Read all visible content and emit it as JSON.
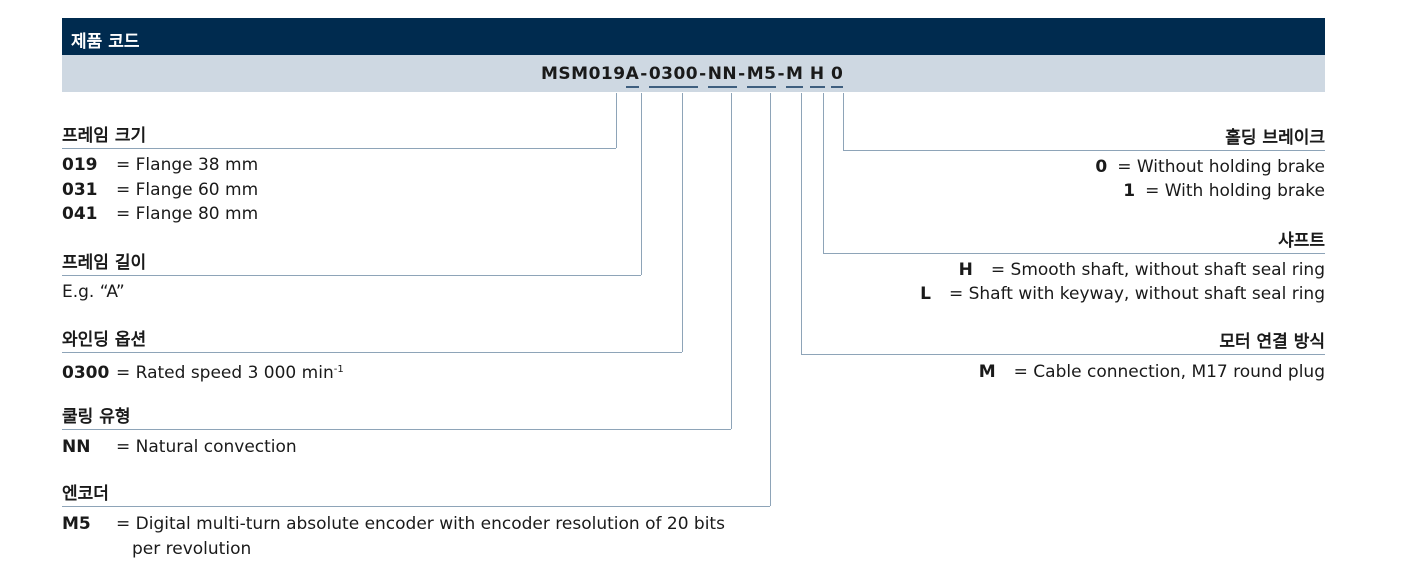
{
  "header": {
    "title": "제품 코드"
  },
  "code": {
    "prefix": "MSM019",
    "segments": [
      "A",
      "0300",
      "NN",
      "M5",
      "M",
      "H",
      "0"
    ],
    "separator": "-"
  },
  "left": [
    {
      "heading": "프레임 크기",
      "rows": [
        {
          "key": "019",
          "text": "= Flange 38 mm"
        },
        {
          "key": "031",
          "text": "= Flange 60 mm"
        },
        {
          "key": "041",
          "text": "= Flange 80 mm"
        }
      ]
    },
    {
      "heading": "프레임 길이",
      "rows": [
        {
          "key": "",
          "text": "E.g. “A”"
        }
      ]
    },
    {
      "heading": "와인딩 옵션",
      "rows": [
        {
          "key": "0300",
          "text": "= Rated speed 3 000 min",
          "sup": "-1"
        }
      ]
    },
    {
      "heading": "쿨링 유형",
      "rows": [
        {
          "key": "NN",
          "text": "= Natural convection"
        }
      ]
    },
    {
      "heading": "엔코더",
      "rows": [
        {
          "key": "M5",
          "text": "= Digital multi-turn absolute encoder with encoder resolution of 20 bits"
        },
        {
          "key": "",
          "text": "per revolution"
        }
      ]
    }
  ],
  "right": [
    {
      "heading": "홀딩 브레이크",
      "rows": [
        {
          "key": "0",
          "text": "= Without holding brake"
        },
        {
          "key": "1",
          "text": "= With holding brake"
        }
      ]
    },
    {
      "heading": "샤프트",
      "rows": [
        {
          "key": "H",
          "text": "= Smooth shaft, without shaft seal ring"
        },
        {
          "key": "L",
          "text": "= Shaft with keyway, without shaft seal ring"
        }
      ]
    },
    {
      "heading": "모터 연결 방식",
      "rows": [
        {
          "key": "M",
          "text": "= Cable connection, M17 round plug"
        }
      ]
    }
  ]
}
